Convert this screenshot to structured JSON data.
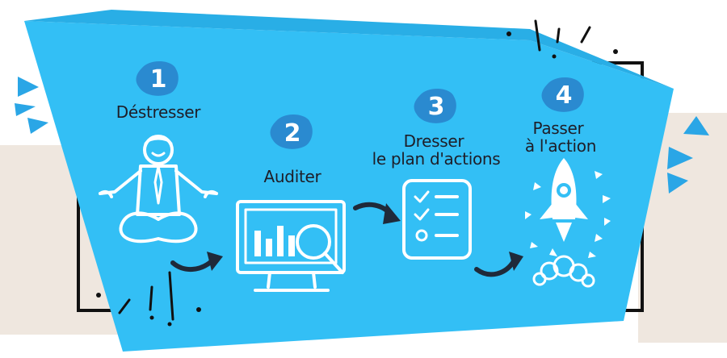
{
  "colors": {
    "panel": "#33bff5",
    "panel_top": "#29aee6",
    "beige": "#efe7df",
    "frame": "#111111",
    "ink": "#1e1e28",
    "blob": "#2a8ad0"
  },
  "steps": [
    {
      "number": "1",
      "label_lines": [
        "Déstresser"
      ],
      "icon": "meditating-person-icon"
    },
    {
      "number": "2",
      "label_lines": [
        "Auditer"
      ],
      "icon": "monitor-analytics-icon"
    },
    {
      "number": "3",
      "label_lines": [
        "Dresser",
        "le plan d'actions"
      ],
      "icon": "checklist-icon"
    },
    {
      "number": "4",
      "label_lines": [
        "Passer",
        "à l'action"
      ],
      "icon": "rocket-icon"
    }
  ],
  "connectors": [
    "arrow-right-icon",
    "arrow-right-icon",
    "arrow-right-icon"
  ]
}
